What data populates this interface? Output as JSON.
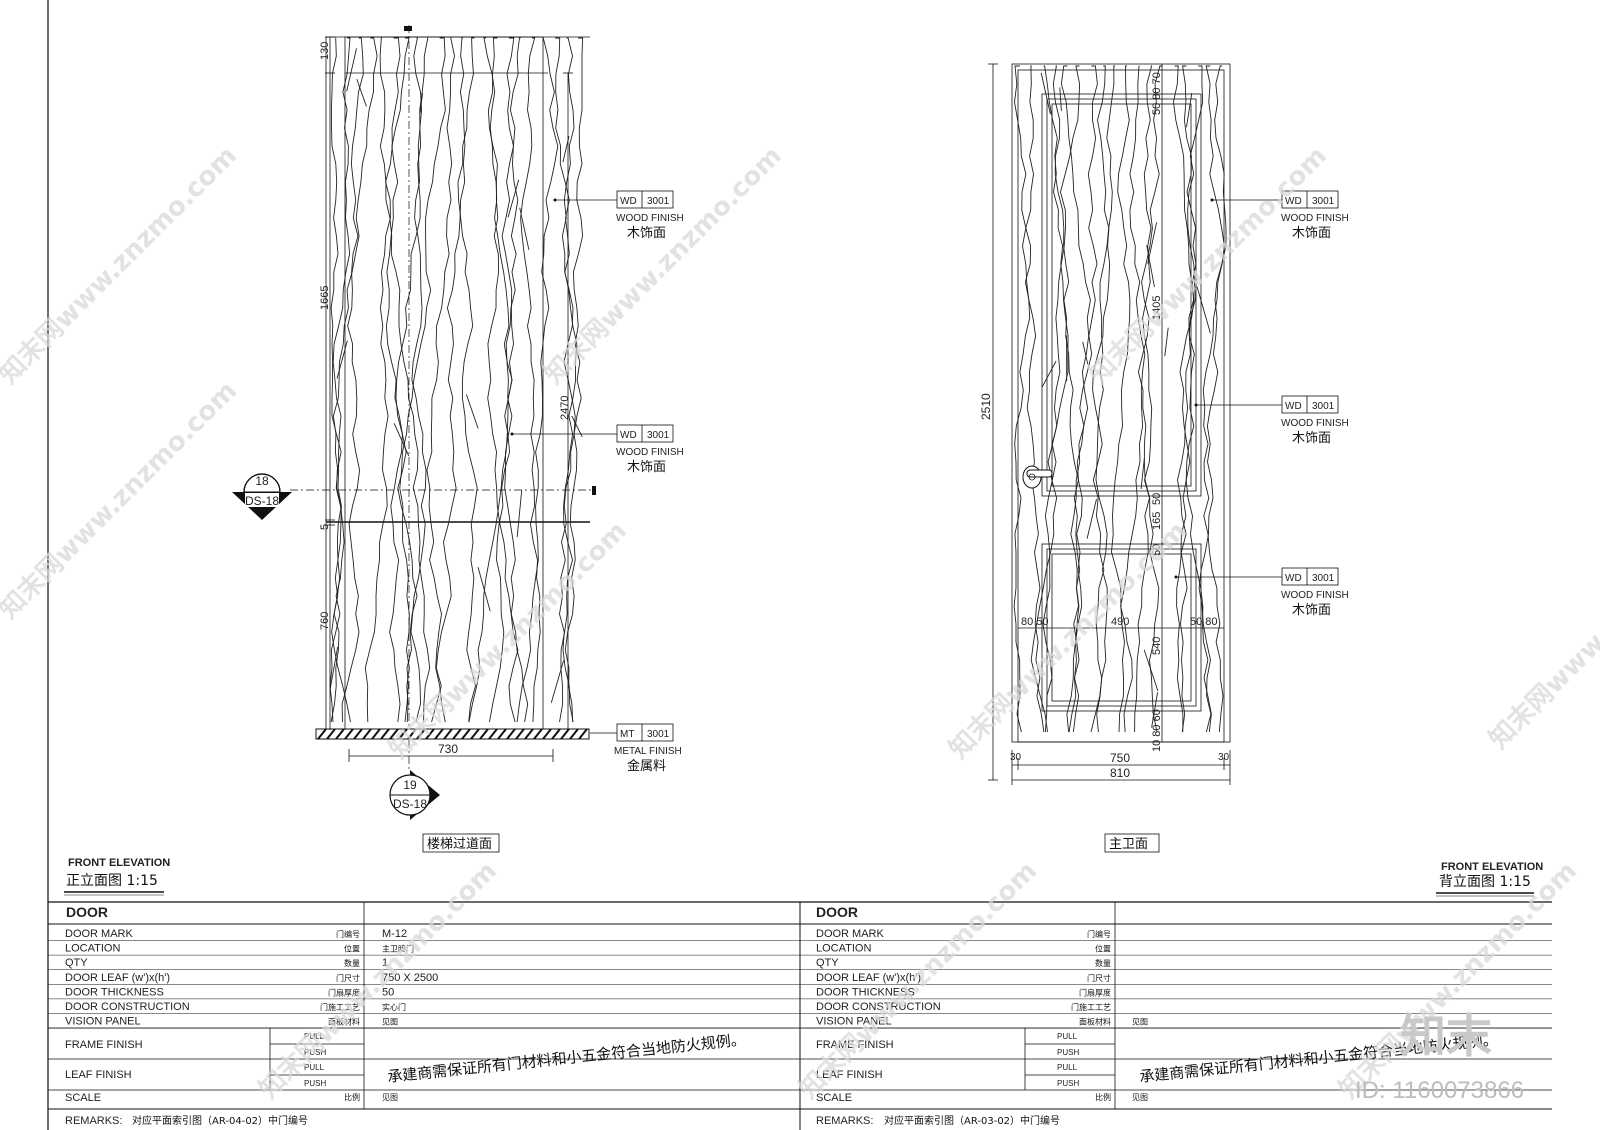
{
  "left_elevation": {
    "dims": {
      "top": "130",
      "upper": "1665",
      "mid": "5",
      "lower": "760",
      "overall": "2470",
      "width": "730"
    },
    "tags": [
      {
        "code": "WD",
        "num": "3001",
        "en": "WOOD FINISH",
        "cn": "木饰面"
      },
      {
        "code": "WD",
        "num": "3001",
        "en": "WOOD FINISH",
        "cn": "木饰面"
      },
      {
        "code": "MT",
        "num": "3001",
        "en": "METAL FINISH",
        "cn": "金属料"
      }
    ],
    "section_marks": [
      {
        "num": "18",
        "sheet": "DS-18"
      },
      {
        "num": "19",
        "sheet": "DS-18"
      }
    ],
    "caption": "楼梯过道面"
  },
  "right_elevation": {
    "dims": {
      "top": "50 80 70",
      "upper": "1405",
      "mid1": "50",
      "mid2": "165",
      "mid3": "50",
      "lower": "540",
      "bottom": "10 80 60",
      "overall": "2510",
      "w_left": "80 50",
      "w_mid": "490",
      "w_right": "50 80",
      "leaf": "750",
      "frame": "810",
      "side_l": "30",
      "side_r": "30"
    },
    "tags": [
      {
        "code": "WD",
        "num": "3001",
        "en": "WOOD FINISH",
        "cn": "木饰面"
      },
      {
        "code": "WD",
        "num": "3001",
        "en": "WOOD FINISH",
        "cn": "木饰面"
      },
      {
        "code": "WD",
        "num": "3001",
        "en": "WOOD FINISH",
        "cn": "木饰面"
      }
    ],
    "caption": "主卫面"
  },
  "titles": {
    "left_en": "FRONT ELEVATION",
    "left_cn": "正立面图 1:15",
    "right_en": "FRONT ELEVATION",
    "right_cn": "背立面图 1:15"
  },
  "schedule": {
    "heading": "DOOR",
    "rows": [
      {
        "en": "DOOR MARK",
        "cn": "门编号"
      },
      {
        "en": "LOCATION",
        "cn": "位置"
      },
      {
        "en": "QTY",
        "cn": "数量"
      },
      {
        "en": "DOOR LEAF (w')x(h')",
        "cn": "门尺寸"
      },
      {
        "en": "DOOR THICKNESS",
        "cn": "门扇厚度"
      },
      {
        "en": "DOOR CONSTRUCTION",
        "cn": "门施工工艺"
      },
      {
        "en": "VISION PANEL",
        "cn": "面板材料"
      }
    ],
    "frame_finish": "FRAME FINISH",
    "leaf_finish": "LEAF FINISH",
    "pull": "PULL",
    "push": "PUSH",
    "scale_en": "SCALE",
    "scale_cn": "比例",
    "note": "承建商需保证所有门材料和小五金符合当地防火规例。",
    "left_values": {
      "door_mark": "M-12",
      "location": "主卫暗门",
      "qty": "1",
      "leaf": "750 X 2500",
      "thickness": "50",
      "construction": "实心门",
      "vision": "见图",
      "scale": "见图"
    },
    "right_values": {
      "vision": "见图",
      "scale": "见图"
    },
    "remarks_left": {
      "label": "REMARKS:",
      "text": "对应平面索引图（AR-04-02）中门编号"
    },
    "remarks_right": {
      "label": "REMARKS:",
      "text": "对应平面索引图（AR-03-02）中门编号"
    }
  },
  "watermark": {
    "text": "知末网www.znzmo.com",
    "logo": "知末",
    "id": "ID: 1160073866"
  }
}
